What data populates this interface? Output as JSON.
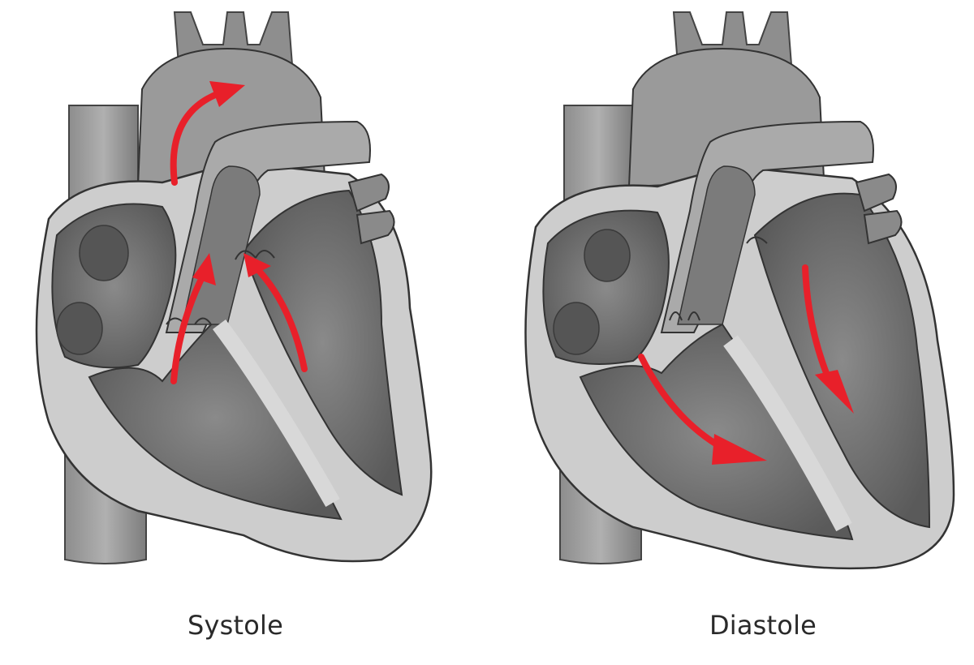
{
  "panels": [
    {
      "id": "systole",
      "label": "Systole"
    },
    {
      "id": "diastole",
      "label": "Diastole"
    }
  ],
  "colors": {
    "background": "#ffffff",
    "wall": "#c8c8c8",
    "wall_outline": "#3a3a3a",
    "chamber": "#6e6e6e",
    "vessel": "#9a9a9a",
    "blood_flow_arrow": "#e8202a"
  }
}
